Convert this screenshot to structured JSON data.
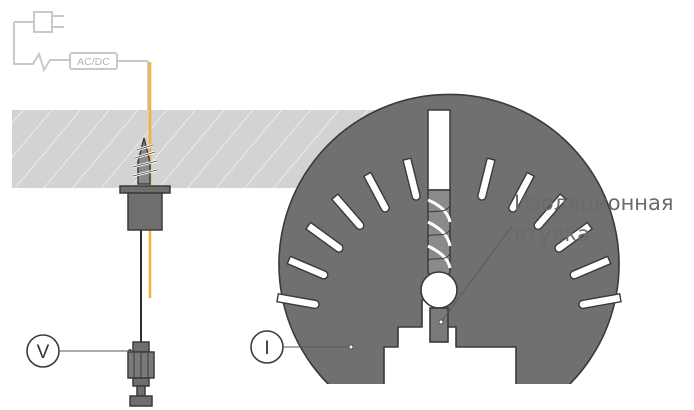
{
  "adapter": {
    "label": "AC/DC"
  },
  "markers": {
    "voltage": "V",
    "insulation": "I"
  },
  "callout": {
    "line1": "Изоляционная",
    "line2": "втулка"
  },
  "colors": {
    "wire_orange": "#f5b335",
    "metal_gray": "#6f6f6f",
    "outline_dark": "#3a3a3a",
    "light_line": "#c9c9c9",
    "ceiling_fill": "#d2d2d2"
  },
  "icons": [
    "plug-icon",
    "drill-bit-icon",
    "screw-icon"
  ]
}
